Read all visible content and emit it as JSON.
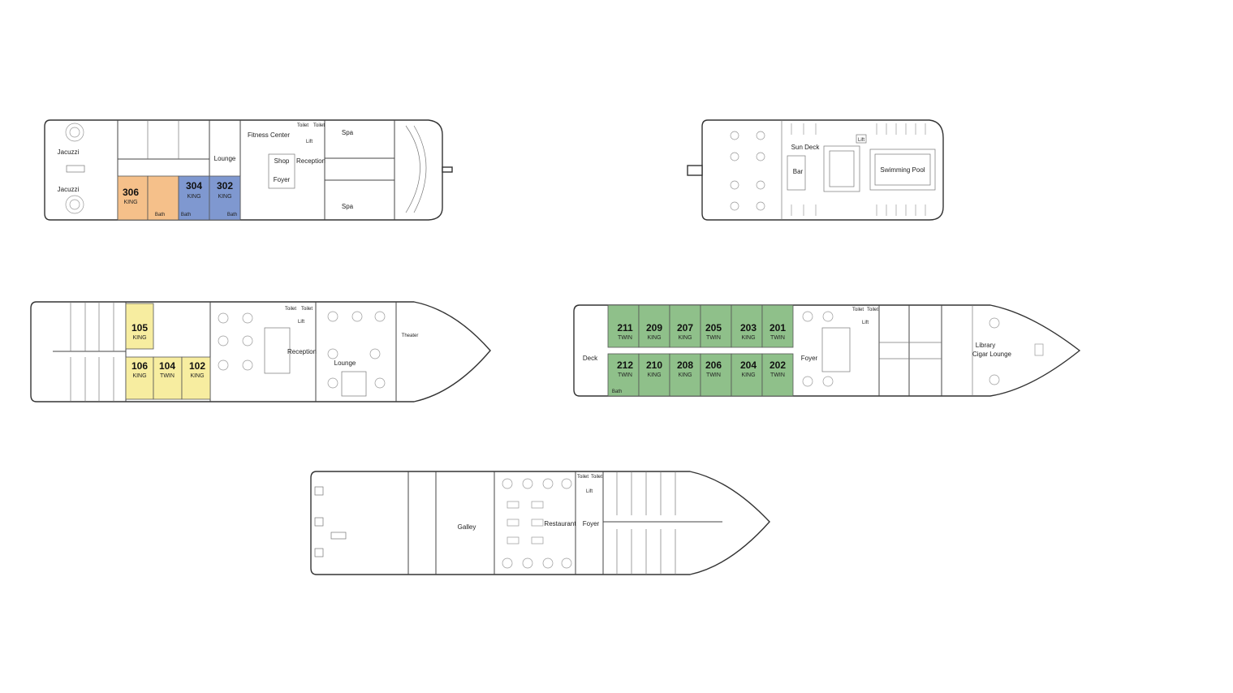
{
  "colors": {
    "orange": "#f5c08a",
    "blue": "#7f98d0",
    "yellow": "#f7eda0",
    "green": "#8fc08a"
  },
  "deck3": {
    "labels": {
      "jacuzzi_top": "Jacuzzi",
      "jacuzzi_bottom": "Jacuzzi",
      "lounge": "Lounge",
      "fitness": "Fitness Center",
      "shop": "Shop",
      "foyer": "Foyer",
      "reception": "Reception",
      "spa_top": "Spa",
      "spa_bottom": "Spa",
      "toilet1": "Toilet",
      "toilet2": "Toilet",
      "lift": "Lift",
      "bath1": "Bath",
      "bath2": "Bath",
      "bath3": "Bath"
    },
    "cabins": [
      {
        "num": "306",
        "type": "KING",
        "color": "orange"
      },
      {
        "num": "304",
        "type": "KING",
        "color": "blue"
      },
      {
        "num": "302",
        "type": "KING",
        "color": "blue"
      }
    ]
  },
  "sundeck": {
    "labels": {
      "sun_deck": "Sun Deck",
      "bar": "Bar",
      "swimming_pool": "Swimming Pool",
      "lift": "Lift"
    }
  },
  "deck1": {
    "labels": {
      "reception": "Reception",
      "lounge": "Lounge",
      "theater": "Theater",
      "toilet1": "Toilet",
      "toilet2": "Toilet",
      "lift": "Lift"
    },
    "cabins": [
      {
        "num": "105",
        "type": "KING"
      },
      {
        "num": "106",
        "type": "KING"
      },
      {
        "num": "104",
        "type": "TWIN"
      },
      {
        "num": "102",
        "type": "KING"
      }
    ]
  },
  "deck2": {
    "labels": {
      "deck": "Deck",
      "foyer": "Foyer",
      "library": "Library",
      "cigar": "Cigar Lounge",
      "toilet1": "Toilet",
      "toilet2": "Toilet",
      "lift": "Lift",
      "bath": "Bath"
    },
    "cabins_top": [
      {
        "num": "211",
        "type": "TWIN"
      },
      {
        "num": "209",
        "type": "KING"
      },
      {
        "num": "207",
        "type": "KING"
      },
      {
        "num": "205",
        "type": "TWIN"
      },
      {
        "num": "203",
        "type": "KING"
      },
      {
        "num": "201",
        "type": "TWIN"
      }
    ],
    "cabins_bottom": [
      {
        "num": "212",
        "type": "TWIN"
      },
      {
        "num": "210",
        "type": "KING"
      },
      {
        "num": "208",
        "type": "KING"
      },
      {
        "num": "206",
        "type": "TWIN"
      },
      {
        "num": "204",
        "type": "KING"
      },
      {
        "num": "202",
        "type": "TWIN"
      }
    ]
  },
  "lowerdeck": {
    "labels": {
      "galley": "Galley",
      "restaurant": "Restaurant",
      "foyer": "Foyer",
      "toilet1": "Toilet",
      "toilet2": "Toilet",
      "lift": "Lift"
    }
  }
}
